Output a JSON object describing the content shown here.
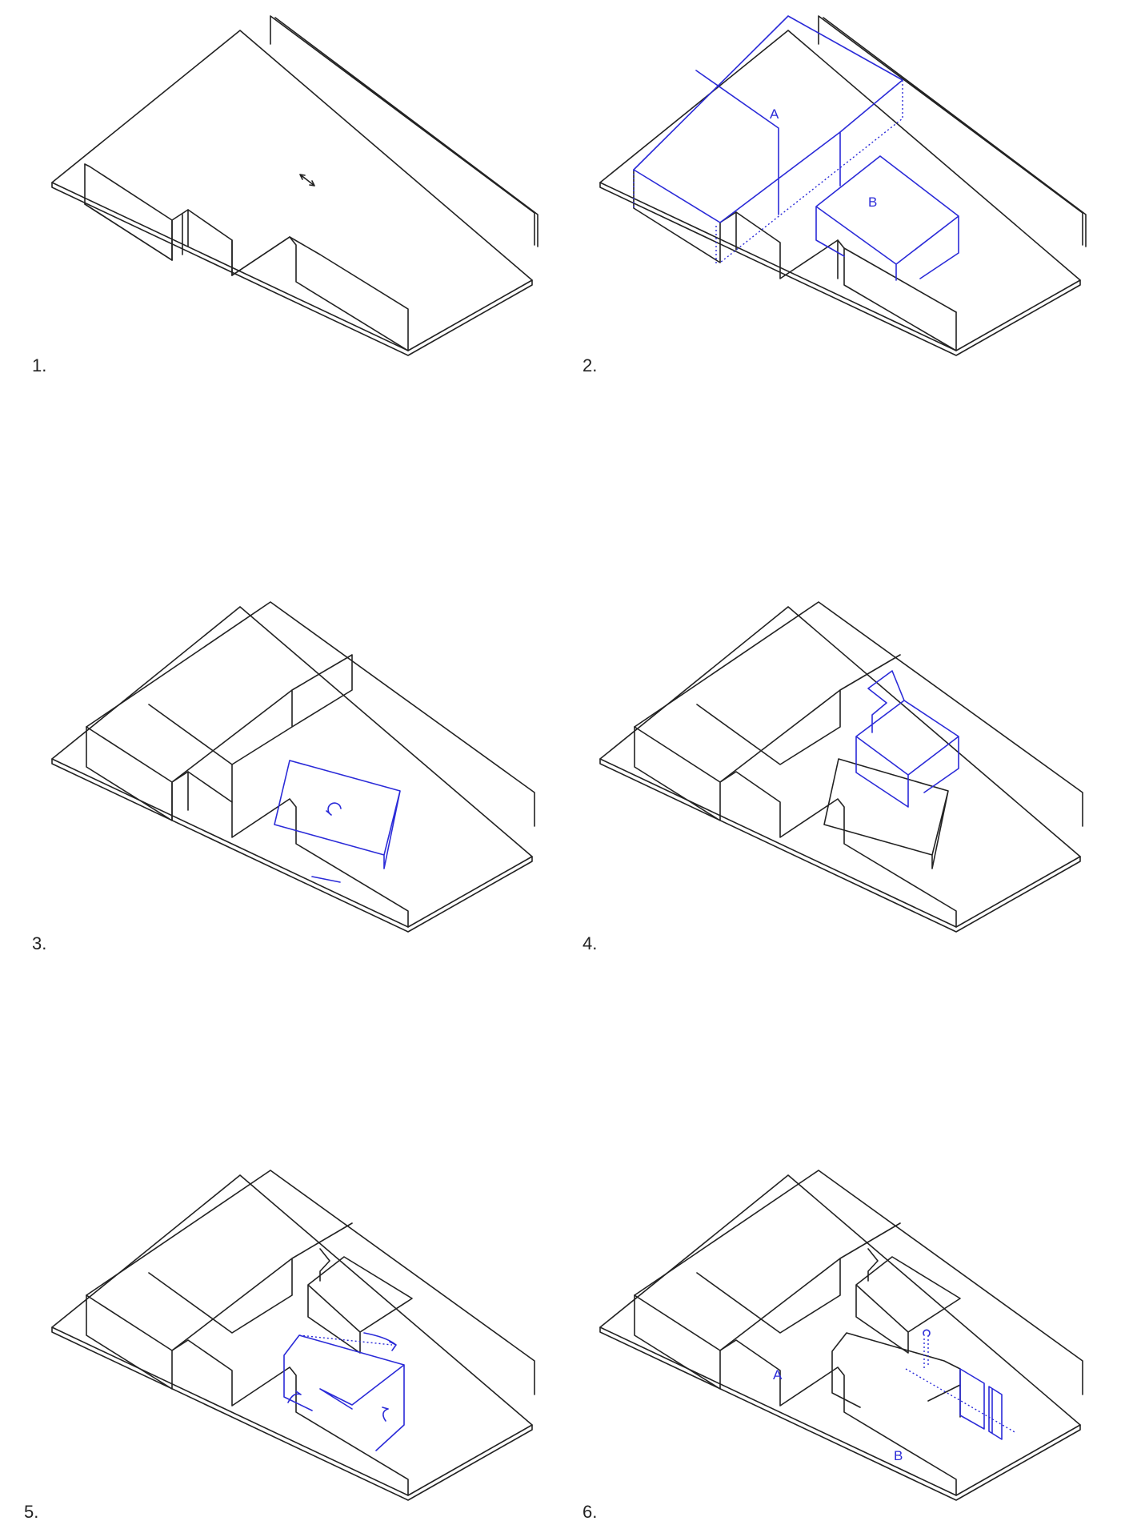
{
  "steps": [
    {
      "label": "1."
    },
    {
      "label": "2.",
      "volume_a": "A",
      "volume_b": "B"
    },
    {
      "label": "3."
    },
    {
      "label": "4."
    },
    {
      "label": "5."
    },
    {
      "label": "6.",
      "volume_a": "A",
      "volume_b": "B"
    }
  ],
  "colors": {
    "line": "#222222",
    "accent": "#2b2bd8"
  }
}
